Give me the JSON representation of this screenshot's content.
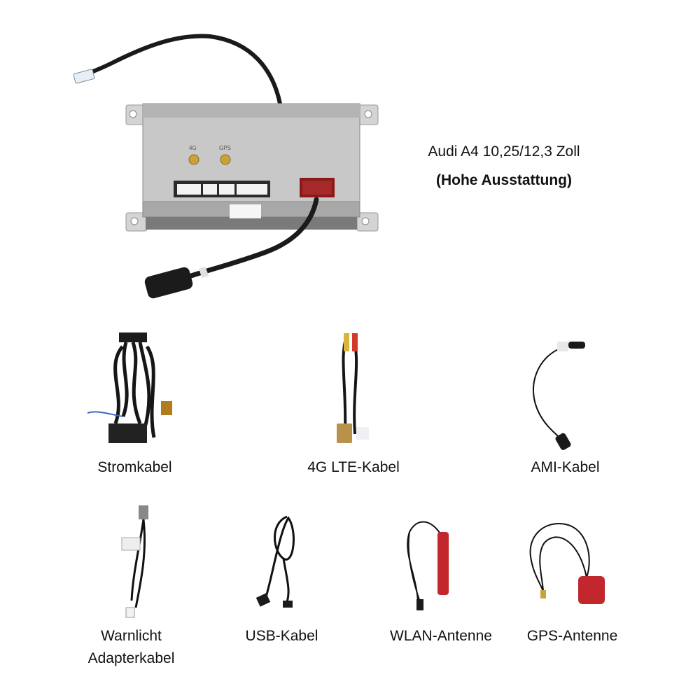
{
  "header": {
    "model_line": "Audi A4 10,25/12,3 Zoll",
    "variant_line": "(Hohe Ausstattung)"
  },
  "main_unit": {
    "port_labels": [
      "4G",
      "GPS"
    ]
  },
  "items": [
    {
      "label": "Stromkabel"
    },
    {
      "label": "4G LTE-Kabel"
    },
    {
      "label": "AMI-Kabel"
    },
    {
      "label_line1": "Warnlicht",
      "label_line2": "Adapterkabel"
    },
    {
      "label": "USB-Kabel"
    },
    {
      "label": "WLAN-Antenne"
    },
    {
      "label": "GPS-Antenne"
    }
  ]
}
